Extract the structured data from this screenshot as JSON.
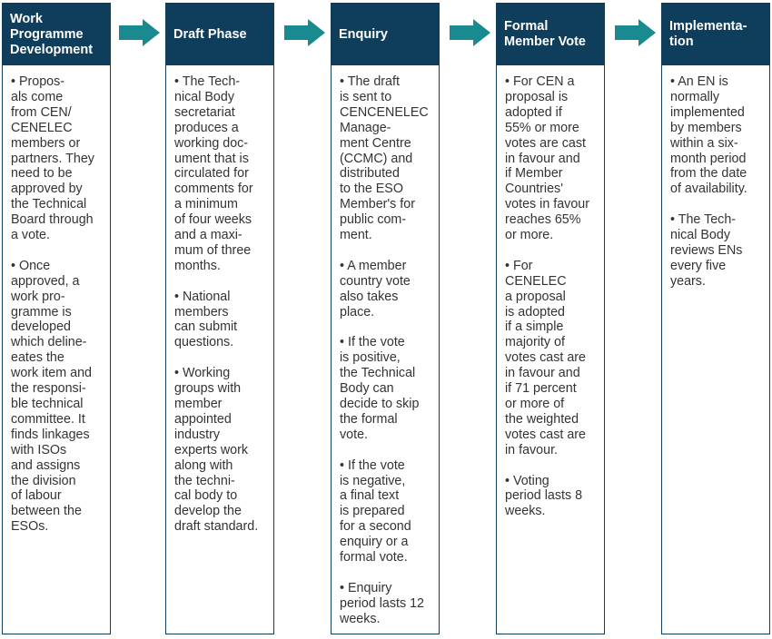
{
  "colors": {
    "header_bg": "#0f3e5c",
    "header_text": "#ffffff",
    "border": "#0f3e5c",
    "arrow": "#1a8a91",
    "body_text": "#333333"
  },
  "arrow_icon": "right-arrow-icon",
  "columns": [
    {
      "title": "Work\nProgramme\nDevelopment",
      "paragraphs": [
        "• Propos-\nals come\nfrom CEN/\nCENELEC\nmembers or\npartners. They\nneed to be\napproved by\nthe Technical\nBoard through\na vote.",
        "• Once\napproved, a\nwork pro-\ngramme is\ndeveloped\nwhich deline-\neates the\nwork item and\nthe responsi-\nble technical\ncommittee. It\nfinds linkages\nwith ISOs\nand assigns\nthe division\nof labour\nbetween the\nESOs."
      ]
    },
    {
      "title": "Draft Phase",
      "paragraphs": [
        "• The Tech-\nnical Body\nsecretariat\nproduces a\nworking doc-\nument that is\ncirculated for\ncomments for\na minimum\nof four weeks\nand a maxi-\nmum of three\nmonths.",
        "• National\nmembers\ncan submit\nquestions.",
        "• Working\ngroups with\nmember\nappointed\nindustry\nexperts work\nalong with\nthe techni-\ncal body to\ndevelop the\ndraft standard."
      ]
    },
    {
      "title": "Enquiry",
      "paragraphs": [
        "• The draft\nis sent to\nCENCENELEC\nManage-\nment Centre\n(CCMC) and\ndistributed\nto the ESO\nMember's for\npublic com-\nment.",
        "• A member\ncountry vote\nalso takes\nplace.",
        "• If the vote\nis positive,\nthe Technical\nBody can\ndecide to skip\nthe formal\nvote.",
        "• If the vote\nis negative,\na final text\nis prepared\nfor a second\nenquiry or a\nformal vote.",
        "• Enquiry\nperiod lasts 12\nweeks."
      ]
    },
    {
      "title": "Formal\nMember Vote",
      "paragraphs": [
        "• For CEN a\nproposal is\nadopted if\n55% or more\nvotes are cast\nin favour and\nif Member\nCountries'\nvotes in favour\nreaches 65%\nor more.",
        "• For\nCENELEC\na proposal\nis adopted\nif a simple\nmajority of\nvotes cast are\nin favour and\nif 71 percent\nor more of\nthe weighted\nvotes cast are\nin favour.",
        "• Voting\nperiod lasts 8\nweeks."
      ]
    },
    {
      "title": "Implementa-\ntion",
      "paragraphs": [
        "• An EN is\nnormally\nimplemented\nby members\nwithin a six-\nmonth period\nfrom the date\nof availability.",
        "• The Tech-\nnical Body\nreviews ENs\nevery five\nyears."
      ]
    }
  ]
}
